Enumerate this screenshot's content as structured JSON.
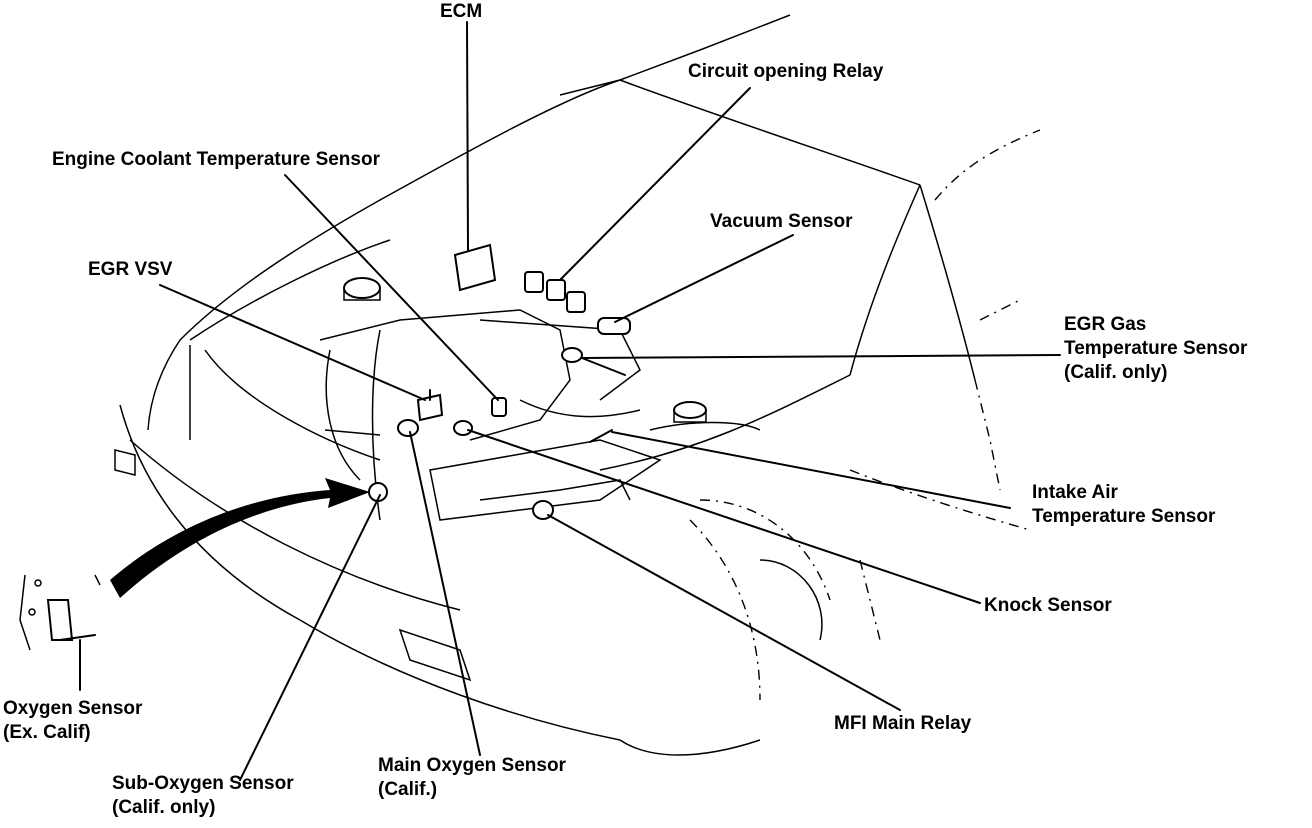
{
  "labels": {
    "ecm": "ECM",
    "circuit_opening_relay": "Circuit opening Relay",
    "engine_coolant_temperature_sensor": "Engine Coolant Temperature Sensor",
    "vacuum_sensor": "Vacuum Sensor",
    "egr_vsv": "EGR VSV",
    "egr_gas_temp_sensor": [
      "EGR Gas",
      "Temperature Sensor",
      "(Calif. only)"
    ],
    "intake_air_temp_sensor": [
      "Intake Air",
      "Temperature Sensor"
    ],
    "knock_sensor": "Knock Sensor",
    "mfi_main_relay": "MFI Main Relay",
    "oxygen_sensor": [
      "Oxygen Sensor",
      "(Ex. Calif)"
    ],
    "sub_oxygen_sensor": [
      "Sub-Oxygen Sensor",
      "(Calif. only)"
    ],
    "main_oxygen_sensor": [
      "Main Oxygen Sensor",
      "(Calif.)"
    ]
  }
}
